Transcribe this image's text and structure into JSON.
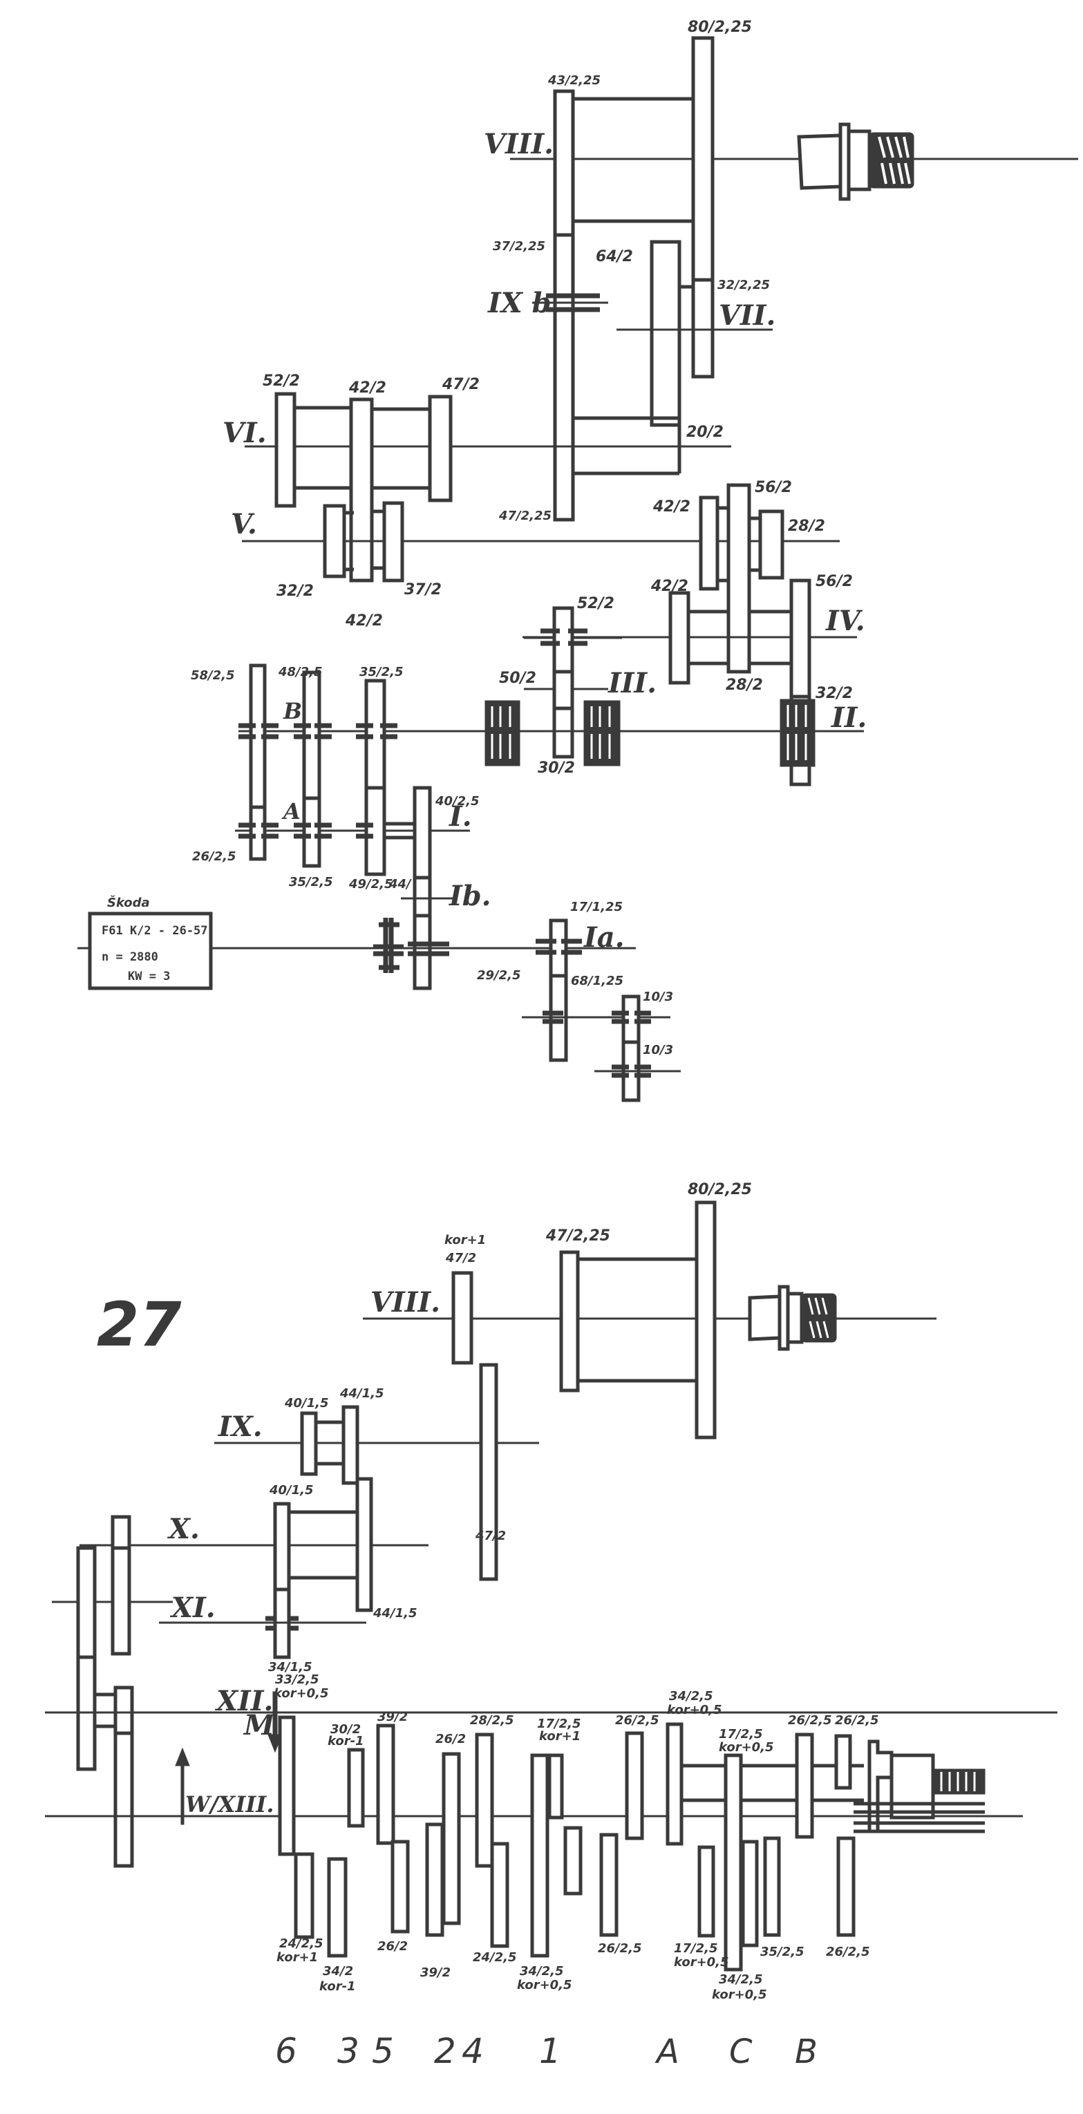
{
  "document": {
    "page_number": "27",
    "upper_diagram": {
      "title": "Headstock gearbox kinematic scheme",
      "motor": {
        "brand": "Škoda",
        "type": "F61 K/2 - 26-57",
        "speed": "n = 2880",
        "power": "KW = 3"
      },
      "shafts": [
        "VIII.",
        "IX b.",
        "VII.",
        "VI.",
        "V.",
        "IV.",
        "III.",
        "II.",
        "I.",
        "Ib.",
        "Ia."
      ],
      "shaft_letters": [
        "B",
        "A"
      ],
      "gear_labels": {
        "g_43_225": "43/2,25",
        "g_80_225": "80/2,25",
        "g_37_225": "37/2,25",
        "g_64_2": "64/2",
        "g_32_225": "32/2,25",
        "g_20_2": "20/2",
        "g_47_225": "47/2,25",
        "g_52_2_vi": "52/2",
        "g_42_2_vi": "42/2",
        "g_47_2_vi": "47/2",
        "g_32_2_v": "32/2",
        "g_37_2_v": "37/2",
        "g_42_2_v": "42/2",
        "g_42_2_r1": "42/2",
        "g_56_2_r1": "56/2",
        "g_28_2_r1": "28/2",
        "g_42_2_r2": "42/2",
        "g_56_2_r2": "56/2",
        "g_28_2_r2": "28/2",
        "g_32_2_ii": "32/2",
        "g_52_2_iii": "52/2",
        "g_50_2": "50/2",
        "g_30_2": "30/2",
        "g_58_25": "58/2,5",
        "g_48_25": "48/2,5",
        "g_35_25_top": "35/2,5",
        "g_26_25": "26/2,5",
        "g_35_25_bot": "35/2,5",
        "g_49_25": "49/2,5",
        "g_40_25": "40/2,5",
        "g_44_small": "44/",
        "g_29_25": "29/2,5",
        "g_17_125": "17/1,25",
        "g_68_125": "68/1,25",
        "g_10_3_a": "10/3",
        "g_10_3_b": "10/3"
      }
    },
    "lower_diagram": {
      "shafts": [
        "VIII.",
        "IX.",
        "X.",
        "XI.",
        "XII.",
        "W/XIII."
      ],
      "clutch_label": "M",
      "gear_labels": {
        "g_47_2_kor": "47/2",
        "kor_47": "kor+1",
        "g_47_225": "47/2,25",
        "g_80_225": "80/2,25",
        "g_40_15_ix": "40/1,5",
        "g_44_15_ix": "44/1,5",
        "g_40_15_x": "40/1,5",
        "g_47_2_low": "47/2",
        "g_44_15_xi": "44/1,5",
        "g_34_15": "34/1,5",
        "g_33_25": "33/2,5",
        "kor_33": "kor+0,5",
        "g_30_2": "30/2",
        "kor_30": "kor-1",
        "g_39_2": "39/2",
        "g_26_2": "26/2",
        "g_28_25": "28/2,5",
        "g_17_25": "17/2,5",
        "kor_17": "kor+1",
        "g_26_25_a": "26/2,5",
        "g_34_25": "34/2,5",
        "kor_34": "kor+0,5",
        "g_17_25_c": "17/2,5",
        "kor_17c": "kor+0,5",
        "g_26_25_c": "26/2,5",
        "g_26_25_b": "26/2,5",
        "g_24_25_b": "24/2,5",
        "kor_24b": "kor+1",
        "g_34_2_b": "34/2",
        "kor_34b": "kor-1",
        "g_26_2_b": "26/2",
        "g_39_2_b": "39/2",
        "g_24_25_m": "24/2,5",
        "g_34_25_m": "34/2,5",
        "kor_34m": "kor+0,5",
        "g_26_25_ab": "26/2,5",
        "g_17_25_cb": "17/2,5",
        "kor_17cb": "kor+0,5",
        "g_34_25_cb": "34/2,5",
        "kor_34cb": "kor+0,5",
        "g_35_25_cb": "35/2,5",
        "g_26_25_bb": "26/2,5"
      },
      "positions": [
        "6",
        "3",
        "5",
        "2",
        "4",
        "1",
        "A",
        "C",
        "B"
      ]
    }
  }
}
